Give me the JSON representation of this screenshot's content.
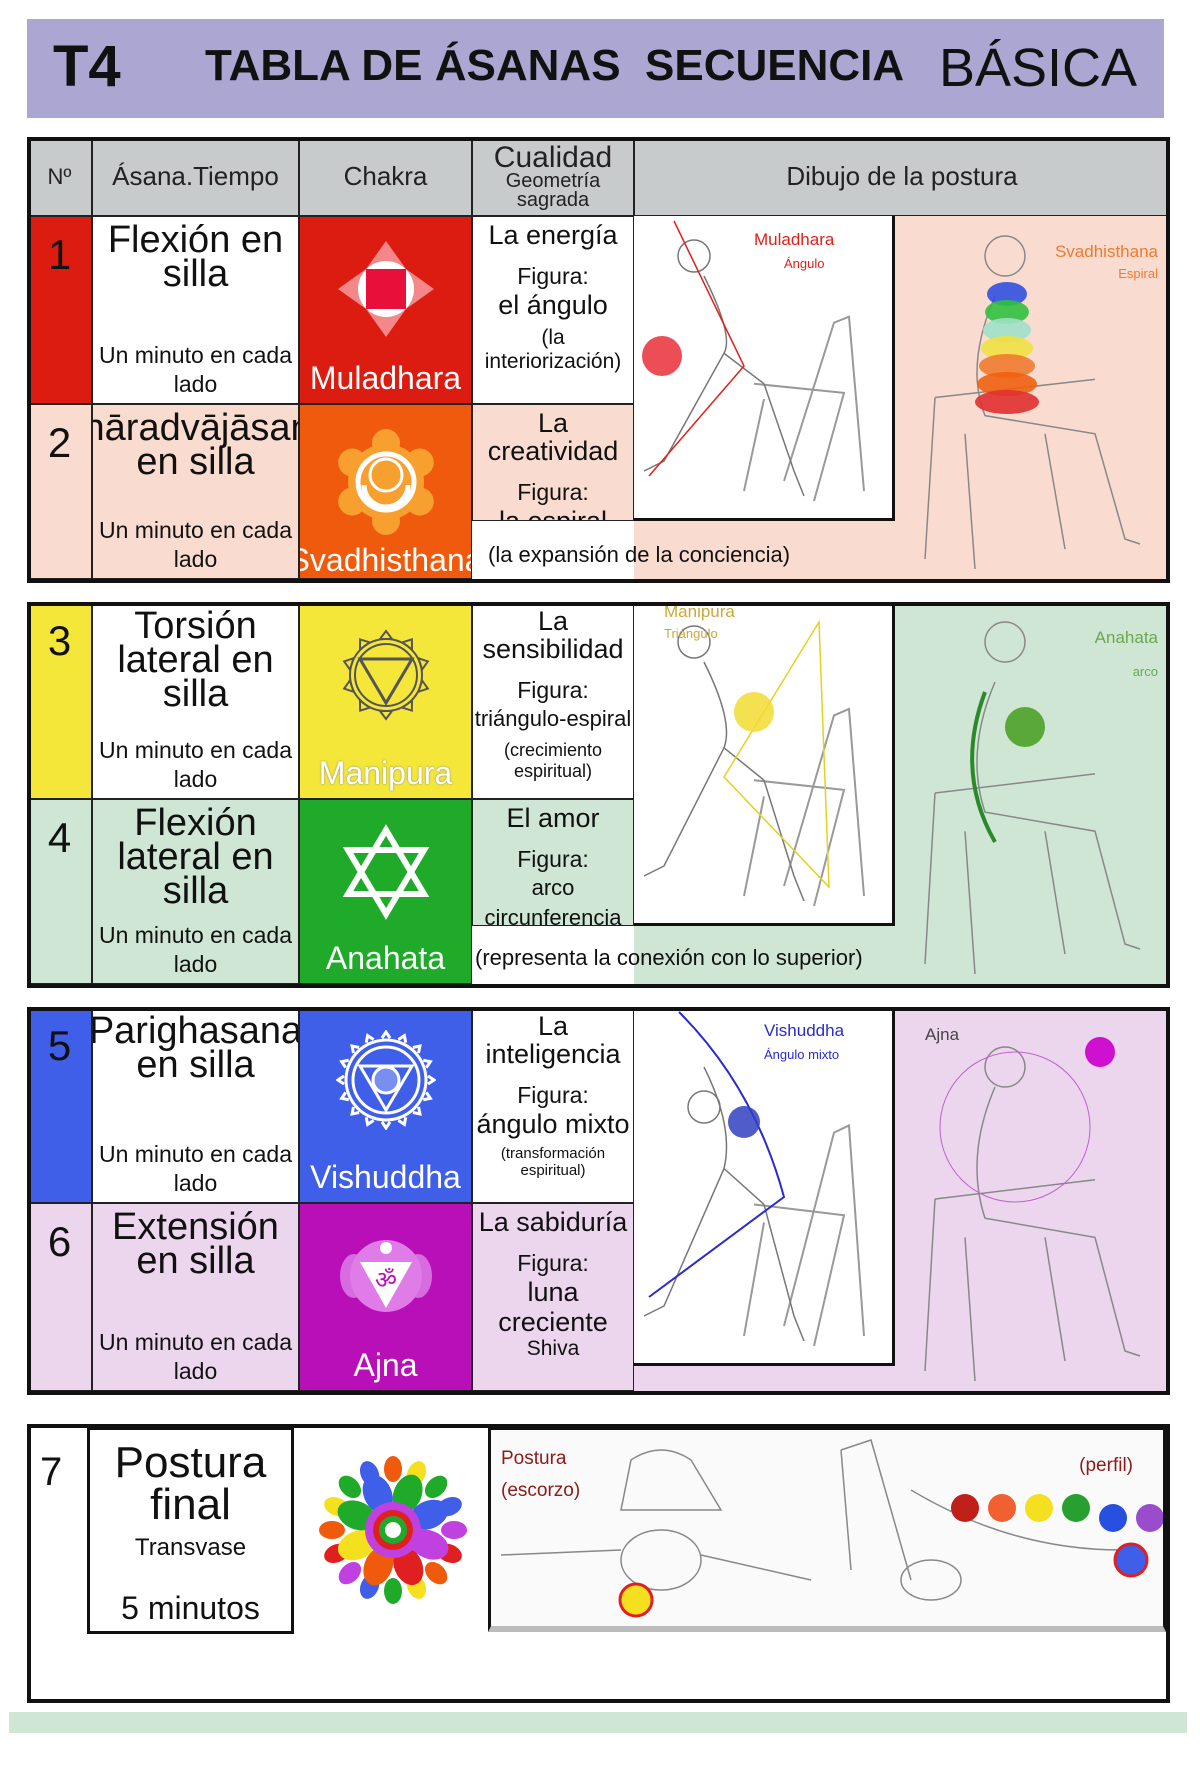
{
  "banner": {
    "code": "T4",
    "title": "TABLA DE ÁSANAS",
    "sequence": "SECUENCIA",
    "level": "BÁSICA",
    "color": "#aba6d2"
  },
  "table_header": {
    "number": "Nº",
    "asana": "Ásana.Tiempo",
    "chakra": "Chakra",
    "quality": "Cualidad",
    "geometry": "Geometría",
    "sacred": "sagrada",
    "drawing": "Dibujo de la postura"
  },
  "rows": [
    {
      "number": "1",
      "asana": "Flexión en silla",
      "time": "Un minuto en cada lado",
      "chakra": "Muladhara",
      "icon": "muladhara-icon",
      "quality": "La energía",
      "figure_label": "Figura:",
      "figure": "el ángulo",
      "note": "(la interiorización)",
      "color": "#dc1c10",
      "bg": "#ffffff",
      "drawing_label": "Muladhara",
      "drawing_sub": "Ángulo",
      "drawing_color": "#e0201a"
    },
    {
      "number": "2",
      "asana": "Bhāradvājāsana en silla",
      "time": "Un minuto en cada lado",
      "chakra": "Svadhisthana",
      "icon": "svadhisthana-icon",
      "quality": "La creatividad",
      "figure_label": "Figura:",
      "figure": "la espiral",
      "note": "(la expansión de la conciencia)",
      "color": "#f05a0c",
      "bg": "#f9dccf",
      "drawing_label": "Svadhisthana",
      "drawing_sub": "Espiral",
      "drawing_color": "#f07a30"
    },
    {
      "number": "3",
      "asana": "Torsión lateral en silla",
      "time": "Un minuto en cada lado",
      "chakra": "Manipura",
      "icon": "manipura-icon",
      "quality": "La sensibilidad",
      "figure_label": "Figura:",
      "figure": "triángulo-espiral",
      "note": "(crecimiento espiritual)",
      "color": "#f5e63a",
      "bg": "#ffffff",
      "drawing_label": "Manipura",
      "drawing_sub": "Triángulo",
      "drawing_color": "#c9a93a"
    },
    {
      "number": "4",
      "asana": "Flexión lateral en silla",
      "time": "Un minuto en cada lado",
      "chakra": "Anahata",
      "icon": "anahata-icon",
      "quality": "El amor",
      "figure_label": "Figura:",
      "figure": "arco circunferencia",
      "note": "(representa la conexión con lo superior)",
      "color": "#20aa2a",
      "bg": "#cfe6d4",
      "drawing_label": "Anahata",
      "drawing_sub": "arco",
      "drawing_color": "#6aa84f"
    },
    {
      "number": "5",
      "asana": "Parighasana en silla",
      "time": "Un minuto en cada lado",
      "chakra": "Vishuddha",
      "icon": "vishuddha-icon",
      "quality": "La inteligencia",
      "figure_label": "Figura:",
      "figure": "ángulo mixto",
      "note": "(transformación espiritual)",
      "color": "#3f5fe8",
      "bg": "#ffffff",
      "drawing_label": "Vishuddha",
      "drawing_sub": "Ángulo mixto",
      "drawing_color": "#2a2ad0"
    },
    {
      "number": "6",
      "asana": "Extensión en silla",
      "time": "Un minuto en cada lado",
      "chakra": "Ajna",
      "icon": "ajna-icon",
      "quality": "La sabiduría",
      "figure_label": "Figura:",
      "figure": "luna creciente",
      "note": "Shiva",
      "color": "#b90fb9",
      "bg": "#ecd6ee",
      "drawing_label": "Ajna",
      "drawing_sub": "",
      "drawing_color": "#444444"
    }
  ],
  "final": {
    "number": "7",
    "asana": "Postura final",
    "subtitle": "Transvase",
    "time": "5 minutos",
    "icon": "mandala-icon",
    "label_left": "Postura",
    "label_left2": "(escorzo)",
    "label_right": "(perfil)",
    "label_color": "#8b1a1a",
    "chakra_dots": [
      "#c0201a",
      "#f06030",
      "#f5e020",
      "#28a030",
      "#2850e0",
      "#9a4ccc"
    ]
  },
  "footer_color": "#cfe6d4"
}
